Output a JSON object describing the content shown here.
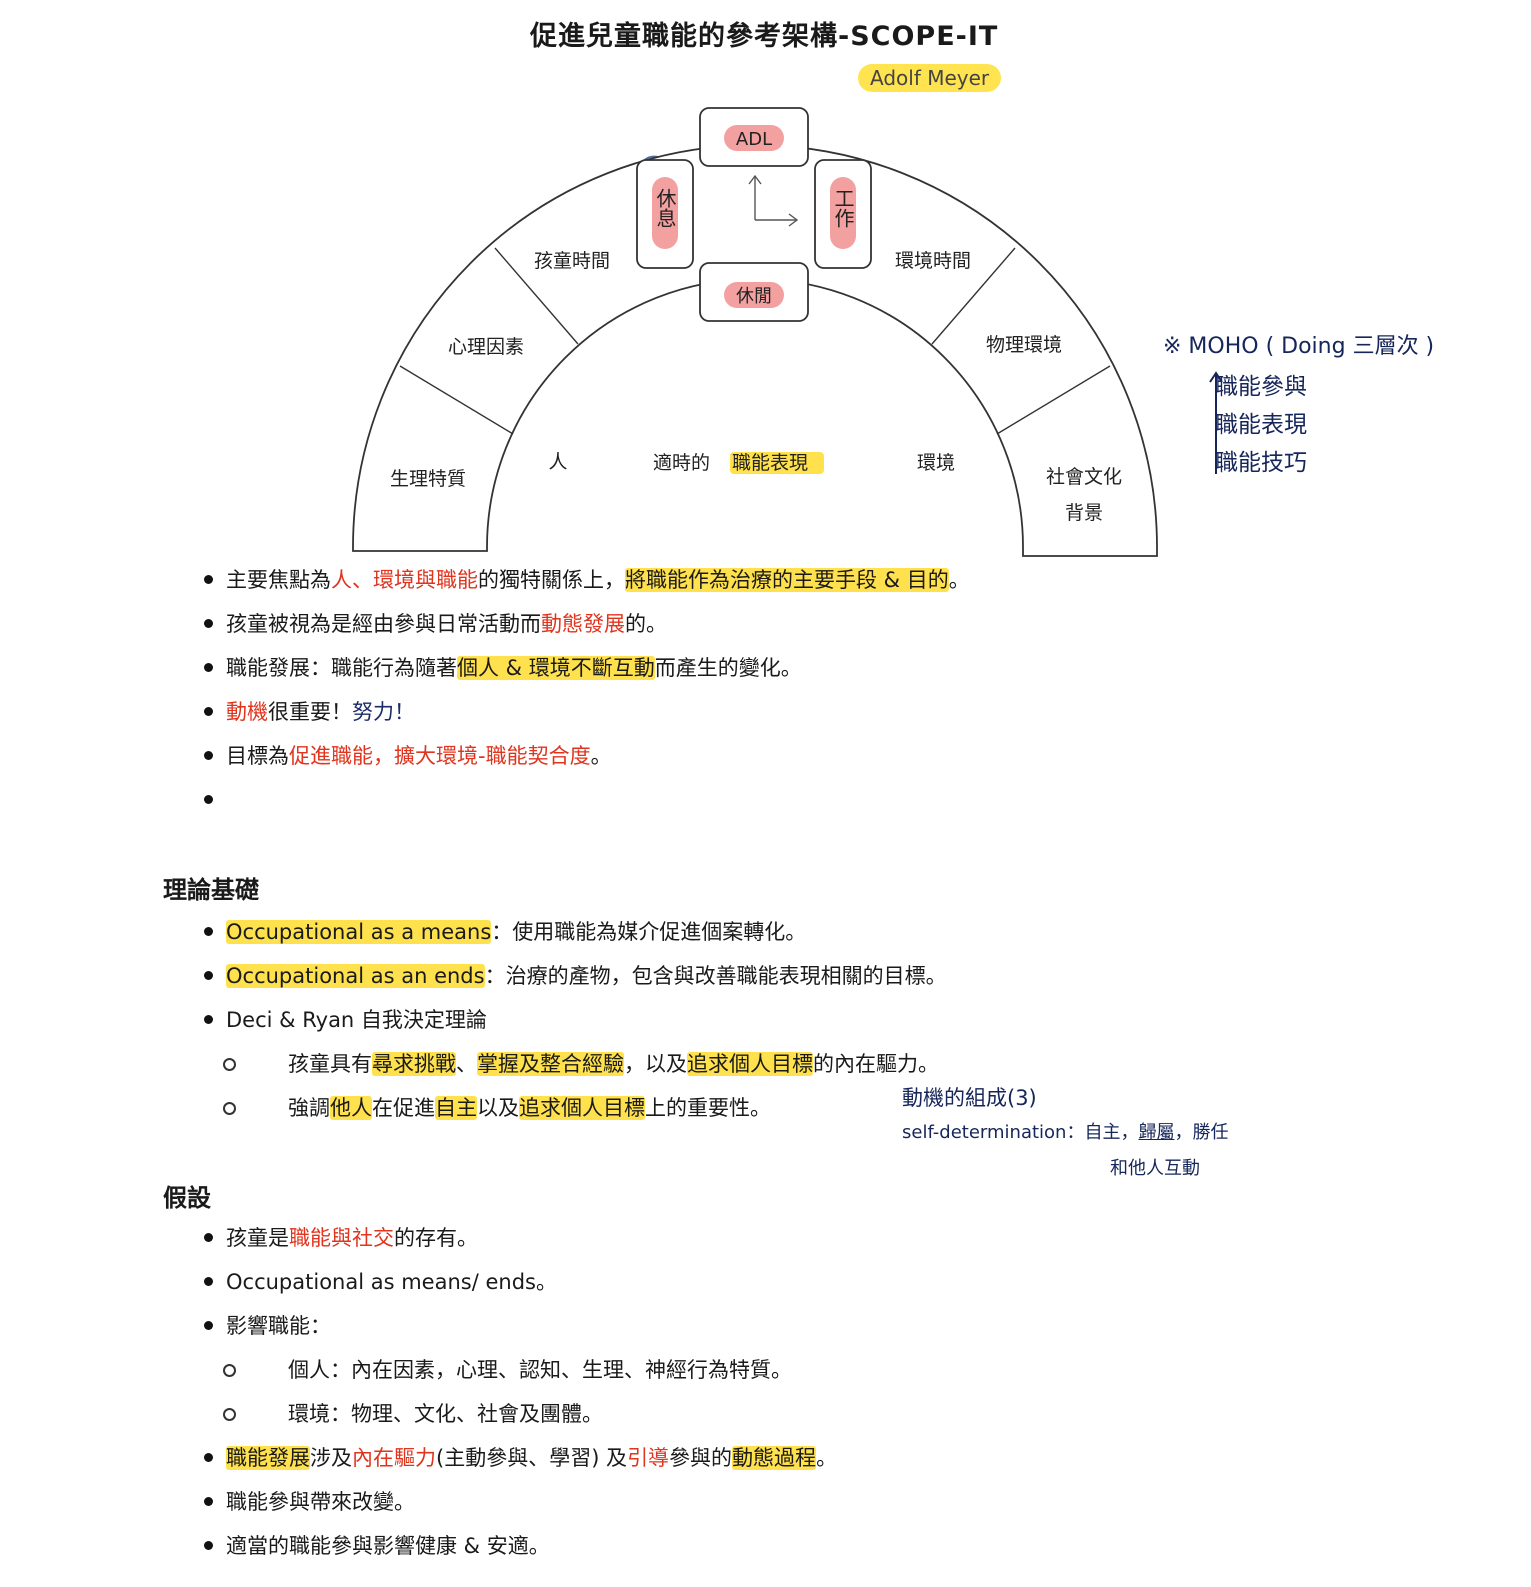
{
  "title": "促進兒童職能的參考架構-SCOPE-IT",
  "author": "Adolf Meyer",
  "diagram": {
    "top_boxes": {
      "adl": "ADL",
      "rest": "休息",
      "work": "工作",
      "leisure": "休閒"
    },
    "outer_left": [
      "孩童時間",
      "心理因素",
      "生理特質"
    ],
    "outer_right": [
      "環境時間",
      "物理環境",
      "社會文化",
      "背景"
    ],
    "inner": {
      "person": "人",
      "center_prefix": "適時的",
      "center_highlight": "職能表現",
      "environment": "環境"
    }
  },
  "moho": {
    "header": "※ MOHO ( Doing 三層次 )",
    "levels": [
      "職能參與",
      "職能表現",
      "職能技巧"
    ]
  },
  "intro_bullets": [
    {
      "parts": [
        {
          "t": "主要焦點為",
          "s": ""
        },
        {
          "t": "人、環境與職能",
          "s": "red"
        },
        {
          "t": "的獨特關係上，",
          "s": ""
        },
        {
          "t": "將職能作為治療的主要手段 & 目的",
          "s": "hl"
        },
        {
          "t": "。",
          "s": ""
        }
      ]
    },
    {
      "parts": [
        {
          "t": "孩童被視為是經由參與日常活動而",
          "s": ""
        },
        {
          "t": "動態發展",
          "s": "red"
        },
        {
          "t": "的。",
          "s": ""
        }
      ]
    },
    {
      "parts": [
        {
          "t": "職能發展：職能行為隨著",
          "s": ""
        },
        {
          "t": "個人 & 環境不斷互動",
          "s": "hl"
        },
        {
          "t": "而產生的變化。",
          "s": ""
        }
      ]
    },
    {
      "parts": [
        {
          "t": "動機",
          "s": "red"
        },
        {
          "t": "很重要！",
          "s": ""
        },
        {
          "t": "努力！",
          "s": "navy"
        }
      ]
    },
    {
      "parts": [
        {
          "t": "目標為",
          "s": ""
        },
        {
          "t": "促進職能，擴大環境-職能契合度",
          "s": "red"
        },
        {
          "t": "。",
          "s": ""
        }
      ]
    },
    {
      "parts": []
    }
  ],
  "theory": {
    "heading": "理論基礎",
    "bullets": [
      {
        "level": 1,
        "parts": [
          {
            "t": "Occupational as a means",
            "s": "hl"
          },
          {
            "t": "：使用職能為媒介促進個案轉化。",
            "s": ""
          }
        ]
      },
      {
        "level": 1,
        "parts": [
          {
            "t": "Occupational as an ends",
            "s": "hl"
          },
          {
            "t": "：治療的產物，包含與改善職能表現相關的目標。",
            "s": ""
          }
        ]
      },
      {
        "level": 1,
        "parts": [
          {
            "t": "Deci & Ryan 自我決定理論",
            "s": ""
          }
        ]
      },
      {
        "level": 2,
        "parts": [
          {
            "t": "孩童具有",
            "s": ""
          },
          {
            "t": "尋求挑戰",
            "s": "hl"
          },
          {
            "t": "、",
            "s": ""
          },
          {
            "t": "掌握及整合經驗",
            "s": "hl"
          },
          {
            "t": "，以及",
            "s": ""
          },
          {
            "t": "追求個人目標",
            "s": "hl"
          },
          {
            "t": "的內在驅力。",
            "s": ""
          }
        ]
      },
      {
        "level": 2,
        "parts": [
          {
            "t": "強調",
            "s": ""
          },
          {
            "t": "他人",
            "s": "hl"
          },
          {
            "t": "在促進",
            "s": ""
          },
          {
            "t": "自主",
            "s": "hl"
          },
          {
            "t": "以及",
            "s": ""
          },
          {
            "t": "追求個人目標",
            "s": "hl"
          },
          {
            "t": "上的重要性。",
            "s": ""
          }
        ]
      }
    ]
  },
  "motivation_note": {
    "line1": "動機的組成(3)",
    "line2_prefix": "self-determination：自主，",
    "line2_underlined": "歸屬",
    "line2_suffix": "，勝任",
    "line3": "和他人互動"
  },
  "hypothesis": {
    "heading": "假設",
    "bullets": [
      {
        "level": 1,
        "parts": [
          {
            "t": "孩童是",
            "s": ""
          },
          {
            "t": "職能與社交",
            "s": "red"
          },
          {
            "t": "的存有。",
            "s": ""
          }
        ]
      },
      {
        "level": 1,
        "parts": [
          {
            "t": "Occupational as means/ ends。",
            "s": ""
          }
        ]
      },
      {
        "level": 1,
        "parts": [
          {
            "t": "影響職能：",
            "s": ""
          }
        ]
      },
      {
        "level": 2,
        "parts": [
          {
            "t": "個人：內在因素，心理、認知、生理、神經行為特質。",
            "s": ""
          }
        ]
      },
      {
        "level": 2,
        "parts": [
          {
            "t": "環境：物理、文化、社會及團體。",
            "s": ""
          }
        ]
      },
      {
        "level": 1,
        "parts": [
          {
            "t": "職能發展",
            "s": "hl"
          },
          {
            "t": "涉及",
            "s": ""
          },
          {
            "t": "內在驅力",
            "s": "red"
          },
          {
            "t": "(主動參與、學習) 及",
            "s": ""
          },
          {
            "t": "引導",
            "s": "red"
          },
          {
            "t": "參與的",
            "s": ""
          },
          {
            "t": "動態過程",
            "s": "hl"
          },
          {
            "t": "。",
            "s": ""
          }
        ]
      },
      {
        "level": 1,
        "parts": [
          {
            "t": "職能參與帶來改變。",
            "s": ""
          }
        ]
      },
      {
        "level": 1,
        "parts": [
          {
            "t": "適當的職能參與影響健康 & 安適。",
            "s": ""
          }
        ]
      }
    ]
  }
}
